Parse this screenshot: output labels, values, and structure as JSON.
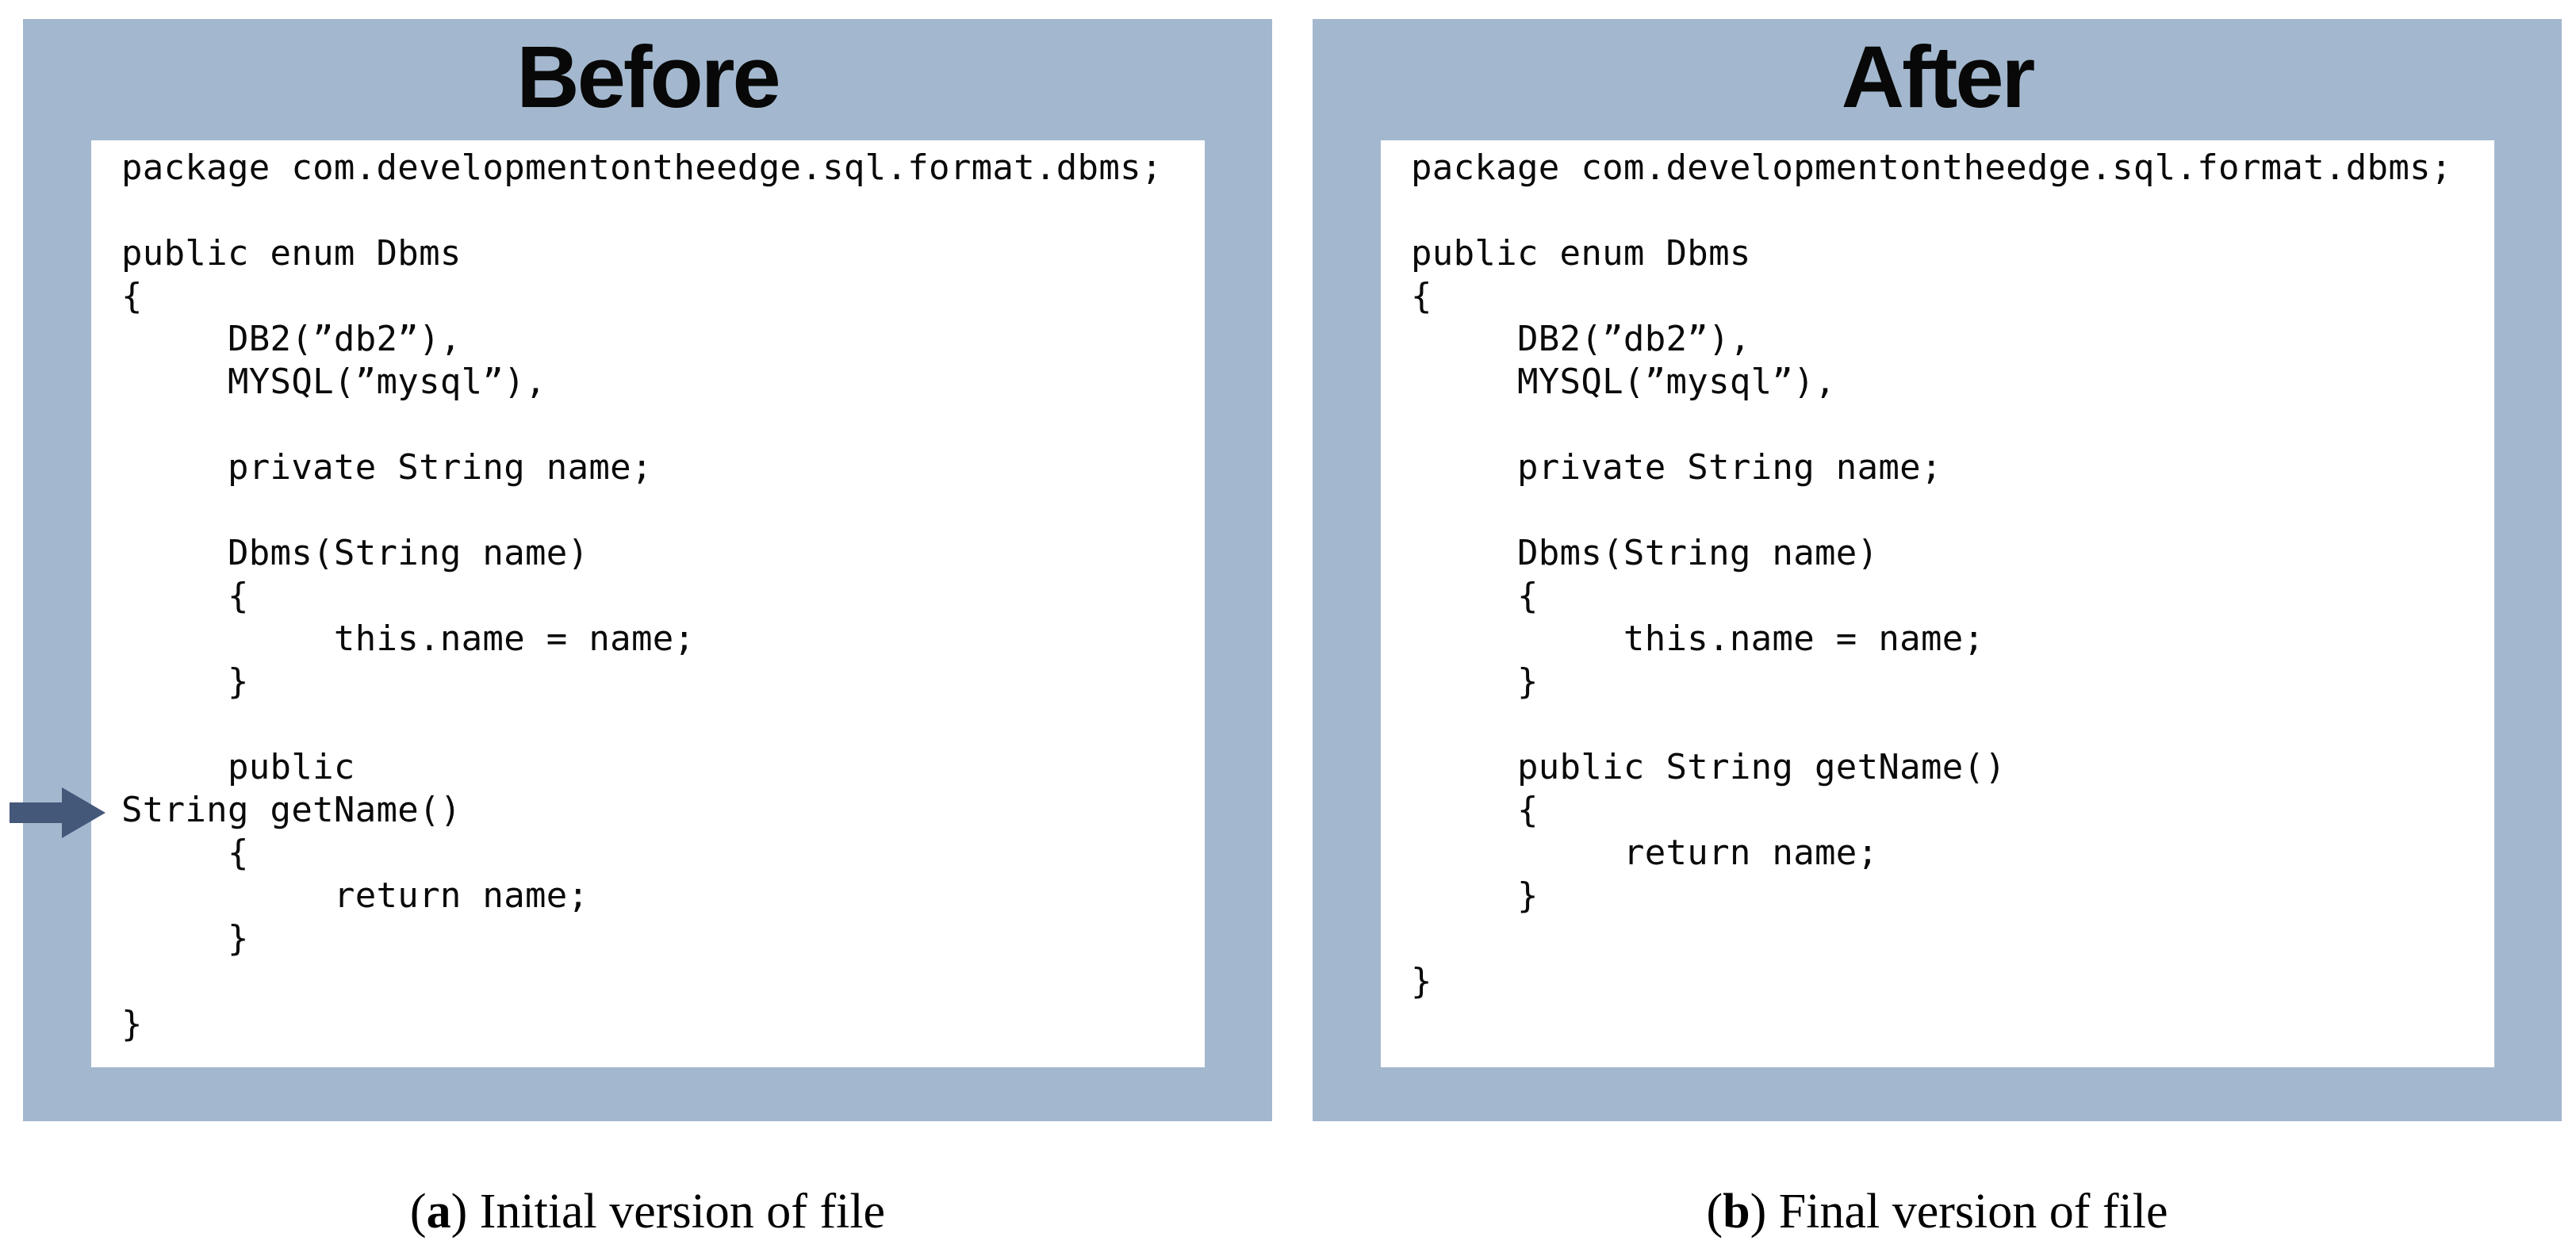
{
  "figure": {
    "colors": {
      "panel_background": "#a3b8ce",
      "code_background": "#ffffff",
      "arrow": "#44587a",
      "text": "#0a0a0a"
    },
    "panels": [
      {
        "title": "Before",
        "code_lines": [
          "package com.developmentontheedge.sql.format.dbms;",
          "",
          "public enum Dbms",
          "{",
          "     DB2(”db2”),",
          "     MYSQL(”mysql”),",
          "",
          "     private String name;",
          "",
          "     Dbms(String name)",
          "     {",
          "          this.name = name;",
          "     }",
          "",
          "     public",
          "String getName()",
          "     {",
          "          return name;",
          "     }",
          "",
          "}"
        ],
        "caption": {
          "open": "(",
          "marker": "a",
          "close": ")",
          "text": " Initial version of file"
        }
      },
      {
        "title": "After",
        "code_lines": [
          "package com.developmentontheedge.sql.format.dbms;",
          "",
          "public enum Dbms",
          "{",
          "     DB2(”db2”),",
          "     MYSQL(”mysql”),",
          "",
          "     private String name;",
          "",
          "     Dbms(String name)",
          "     {",
          "          this.name = name;",
          "     }",
          "",
          "     public String getName()",
          "     {",
          "          return name;",
          "     }",
          "",
          "}"
        ],
        "caption": {
          "open": "(",
          "marker": "b",
          "close": ")",
          "text": " Final version of file"
        }
      }
    ],
    "arrow": {
      "description": "right-arrow",
      "points_to_line": "String getName()"
    }
  }
}
